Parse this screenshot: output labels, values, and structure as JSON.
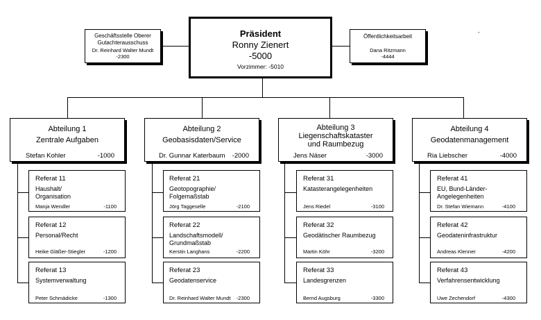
{
  "president": {
    "title": "Präsident",
    "name": "Ronny Zienert",
    "ext": "-5000",
    "office": "Vorzimmer: -5010"
  },
  "left_staff": {
    "lines": [
      "Geschäftsstelle Oberer",
      "Gutachterausschuss"
    ],
    "person": "Dr. Reinhard Walter Mundt",
    "ext": "-2300"
  },
  "right_staff": {
    "title": "Öffentlichkeitsarbeit",
    "person": "Dana Ritzmann",
    "ext": "-4444"
  },
  "corner_mark": "-",
  "departments": [
    {
      "lines": [
        "Abteilung 1",
        "Zentrale Aufgaben"
      ],
      "head": "Stefan Kohler",
      "ext": "-1000",
      "units": [
        {
          "title": "Referat 11",
          "name": [
            "Haushalt/",
            "Organisation"
          ],
          "person": "Manja Wendler",
          "ext": "-1100"
        },
        {
          "title": "Referat 12",
          "name": [
            "Personal/Recht"
          ],
          "person": "Heike Gläßer-Stiegler",
          "ext": "-1200"
        },
        {
          "title": "Referat 13",
          "name": [
            "Systemverwaltung"
          ],
          "person": "Peter Schmädicke",
          "ext": "-1300"
        }
      ]
    },
    {
      "lines": [
        "Abteilung 2",
        "Geobasisdaten/Service"
      ],
      "head": "Dr. Gunnar Katerbaum",
      "ext": "-2000",
      "units": [
        {
          "title": "Referat 21",
          "name": [
            "Geotopographie/",
            "Folgemaßstab"
          ],
          "person": "Jörg Taggeselle",
          "ext": "-2100"
        },
        {
          "title": "Referat 22",
          "name": [
            "Landschaftsmodell/",
            "Grundmaßstab"
          ],
          "person": "Kerstin Langhans",
          "ext": "-2200"
        },
        {
          "title": "Referat 23",
          "name": [
            "Geodatenservice"
          ],
          "person": "Dr. Reinhard Walter Mundt",
          "ext": "-2300"
        }
      ]
    },
    {
      "lines": [
        "Abteilung 3",
        "Liegenschaftskataster",
        "und Raumbezug"
      ],
      "head": "Jens Näser",
      "ext": "-3000",
      "units": [
        {
          "title": "Referat 31",
          "name": [
            "Katasterangelegenheiten"
          ],
          "person": "Jens Riedel",
          "ext": "-3100"
        },
        {
          "title": "Referat 32",
          "name": [
            "Geodätischer Raumbezug"
          ],
          "person": "Martin Köhr",
          "ext": "-3200"
        },
        {
          "title": "Referat 33",
          "name": [
            "Landesgrenzen"
          ],
          "person": "Bernd Augsburg",
          "ext": "-3300"
        }
      ]
    },
    {
      "lines": [
        "Abteilung 4",
        "Geodatenmanagement"
      ],
      "head": "Ria Liebscher",
      "ext": "-4000",
      "units": [
        {
          "title": "Referat 41",
          "name": [
            "EU, Bund-Länder-",
            "Angelegenheiten"
          ],
          "person": "Dr. Stefan Wiemann",
          "ext": "-4100"
        },
        {
          "title": "Referat 42",
          "name": [
            "Geodateninfrastruktur"
          ],
          "person": "Andreas Klenner",
          "ext": "-4200"
        },
        {
          "title": "Referat 43",
          "name": [
            "Verfahrensentwicklung"
          ],
          "person": "Uwe Zechendorf",
          "ext": "-4300"
        }
      ]
    }
  ]
}
